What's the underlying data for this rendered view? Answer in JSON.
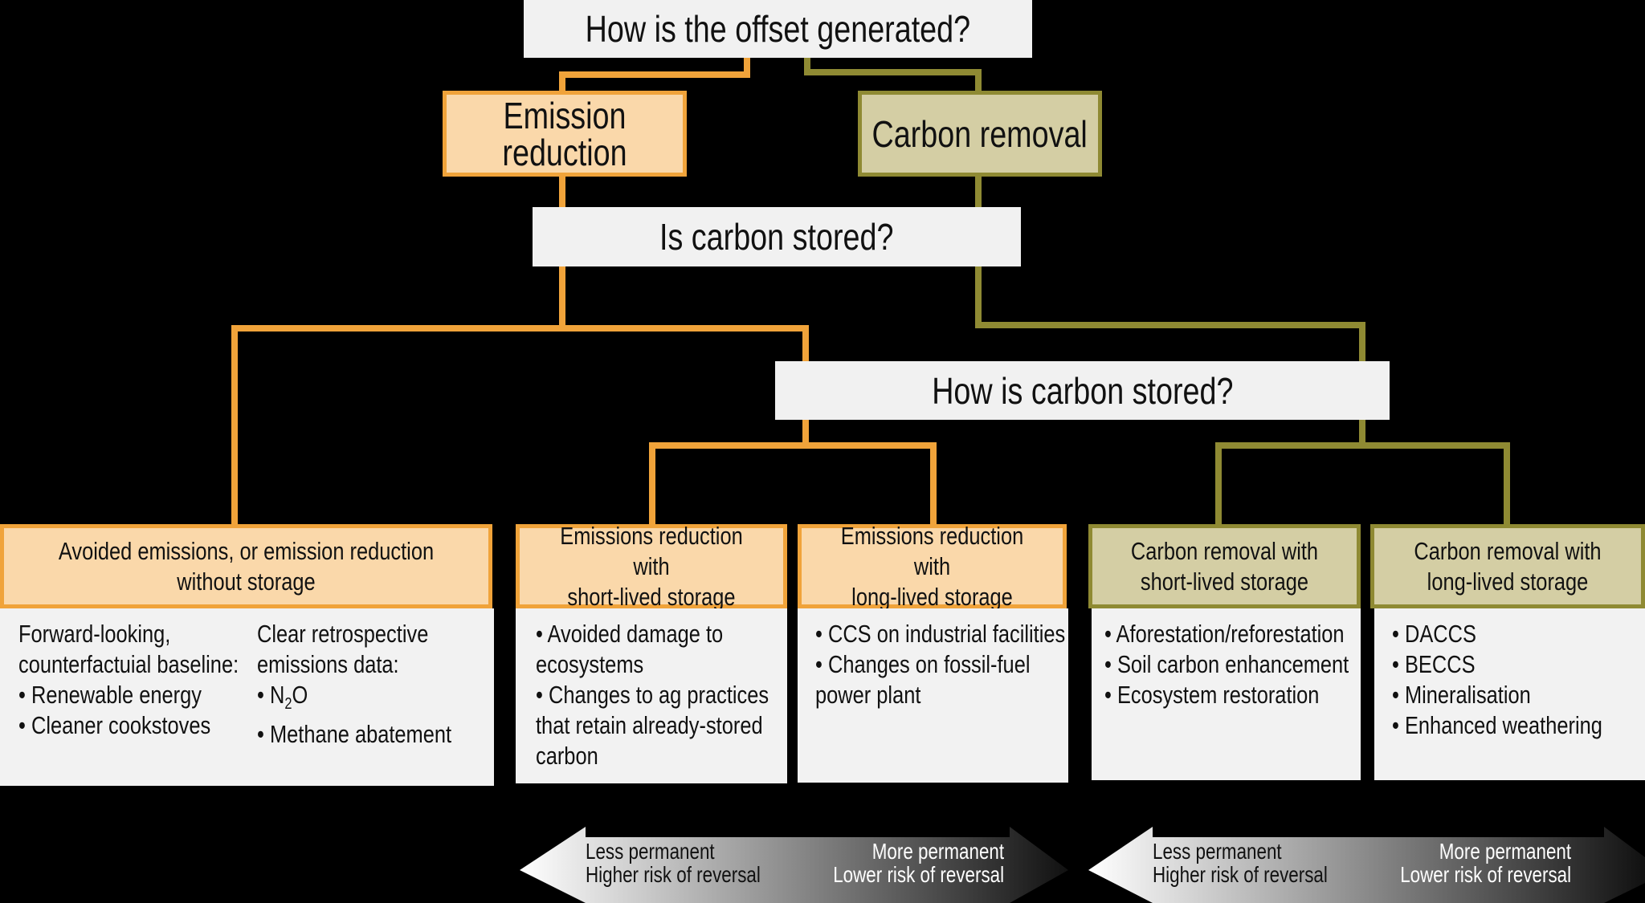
{
  "questions": {
    "q1": "How is the offset generated?",
    "q2": "Is carbon stored?",
    "q3": "How is carbon stored?"
  },
  "branches": {
    "emission_reduction": "Emission reduction",
    "carbon_removal": "Carbon removal"
  },
  "categories": {
    "avoided": {
      "title": "Avoided emissions, or emission reduction\nwithout storage",
      "col1": [
        "Forward-looking,",
        "counterfactuial baseline:",
        "• Renewable energy",
        "• Cleaner cookstoves"
      ],
      "col2_header": [
        "Clear retrospective",
        "emissions data:"
      ],
      "n2o_prefix": "• N",
      "n2o_sub": "2",
      "n2o_suffix": "O",
      "methane": "• Methane abatement"
    },
    "er_short": {
      "title": "Emissions reduction with\nshort-lived storage",
      "items": [
        "• Avoided damage to",
        "ecosystems",
        "• Changes to ag practices",
        "that retain already-stored",
        "carbon"
      ]
    },
    "er_long": {
      "title": "Emissions reduction with\nlong-lived storage",
      "items": [
        "• CCS on industrial facilities",
        "• Changes on fossil-fuel",
        "power plant"
      ]
    },
    "cr_short": {
      "title": "Carbon removal with\nshort-lived storage",
      "items": [
        "• Aforestation/reforestation",
        "• Soil carbon enhancement",
        "• Ecosystem restoration"
      ]
    },
    "cr_long": {
      "title": "Carbon removal with\nlong-lived storage",
      "items": [
        "• DACCS",
        "• BECCS",
        "• Mineralisation",
        "• Enhanced weathering"
      ]
    }
  },
  "arrows": {
    "left_top": "Less permanent",
    "left_bottom": "Higher risk of reversal",
    "right_top": "More permanent",
    "right_bottom": "Lower risk of reversal"
  },
  "colors": {
    "orange": "#f0a33a",
    "orange_fill": "#fad8aa",
    "olive": "#8f8a33",
    "olive_fill": "#d4cea4",
    "question_fill": "#f1f1f1",
    "background": "#000000"
  }
}
